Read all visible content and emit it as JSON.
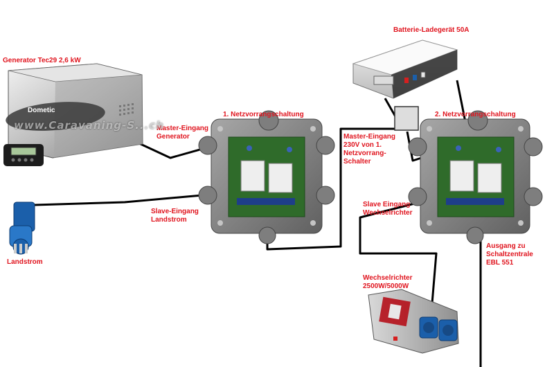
{
  "labels": {
    "generator": "Generator Tec29 2,6 kW",
    "landstrom": "Landstrom",
    "master1": "Master-Eingang\nGenerator",
    "slave1": "Slave-Eingang\nLandstrom",
    "box1_title": "1. Netzvorrangschaltung",
    "master2": "Master-Eingang\n230V von 1.\nNetzvorrang-\nSchalter",
    "charger": "Batterie-Ladegerät 50A",
    "box2_title": "2. Netzvorrangschaltung",
    "slave2": "Slave Eingang\nWechselrichter",
    "inverter": "Wechselrichter\n2500W/5000W",
    "output": "Ausgang zu\nSchaltzentrale\nEBL 551"
  },
  "generator_brand": "Dometic",
  "watermark": "www.Caravaning-S...ch",
  "colors": {
    "label": "#e0141e",
    "wire": "#000000",
    "box_body": "#8a8a8a",
    "pcb": "#2f6b2a",
    "inverter_accent": "#1b5faa"
  }
}
